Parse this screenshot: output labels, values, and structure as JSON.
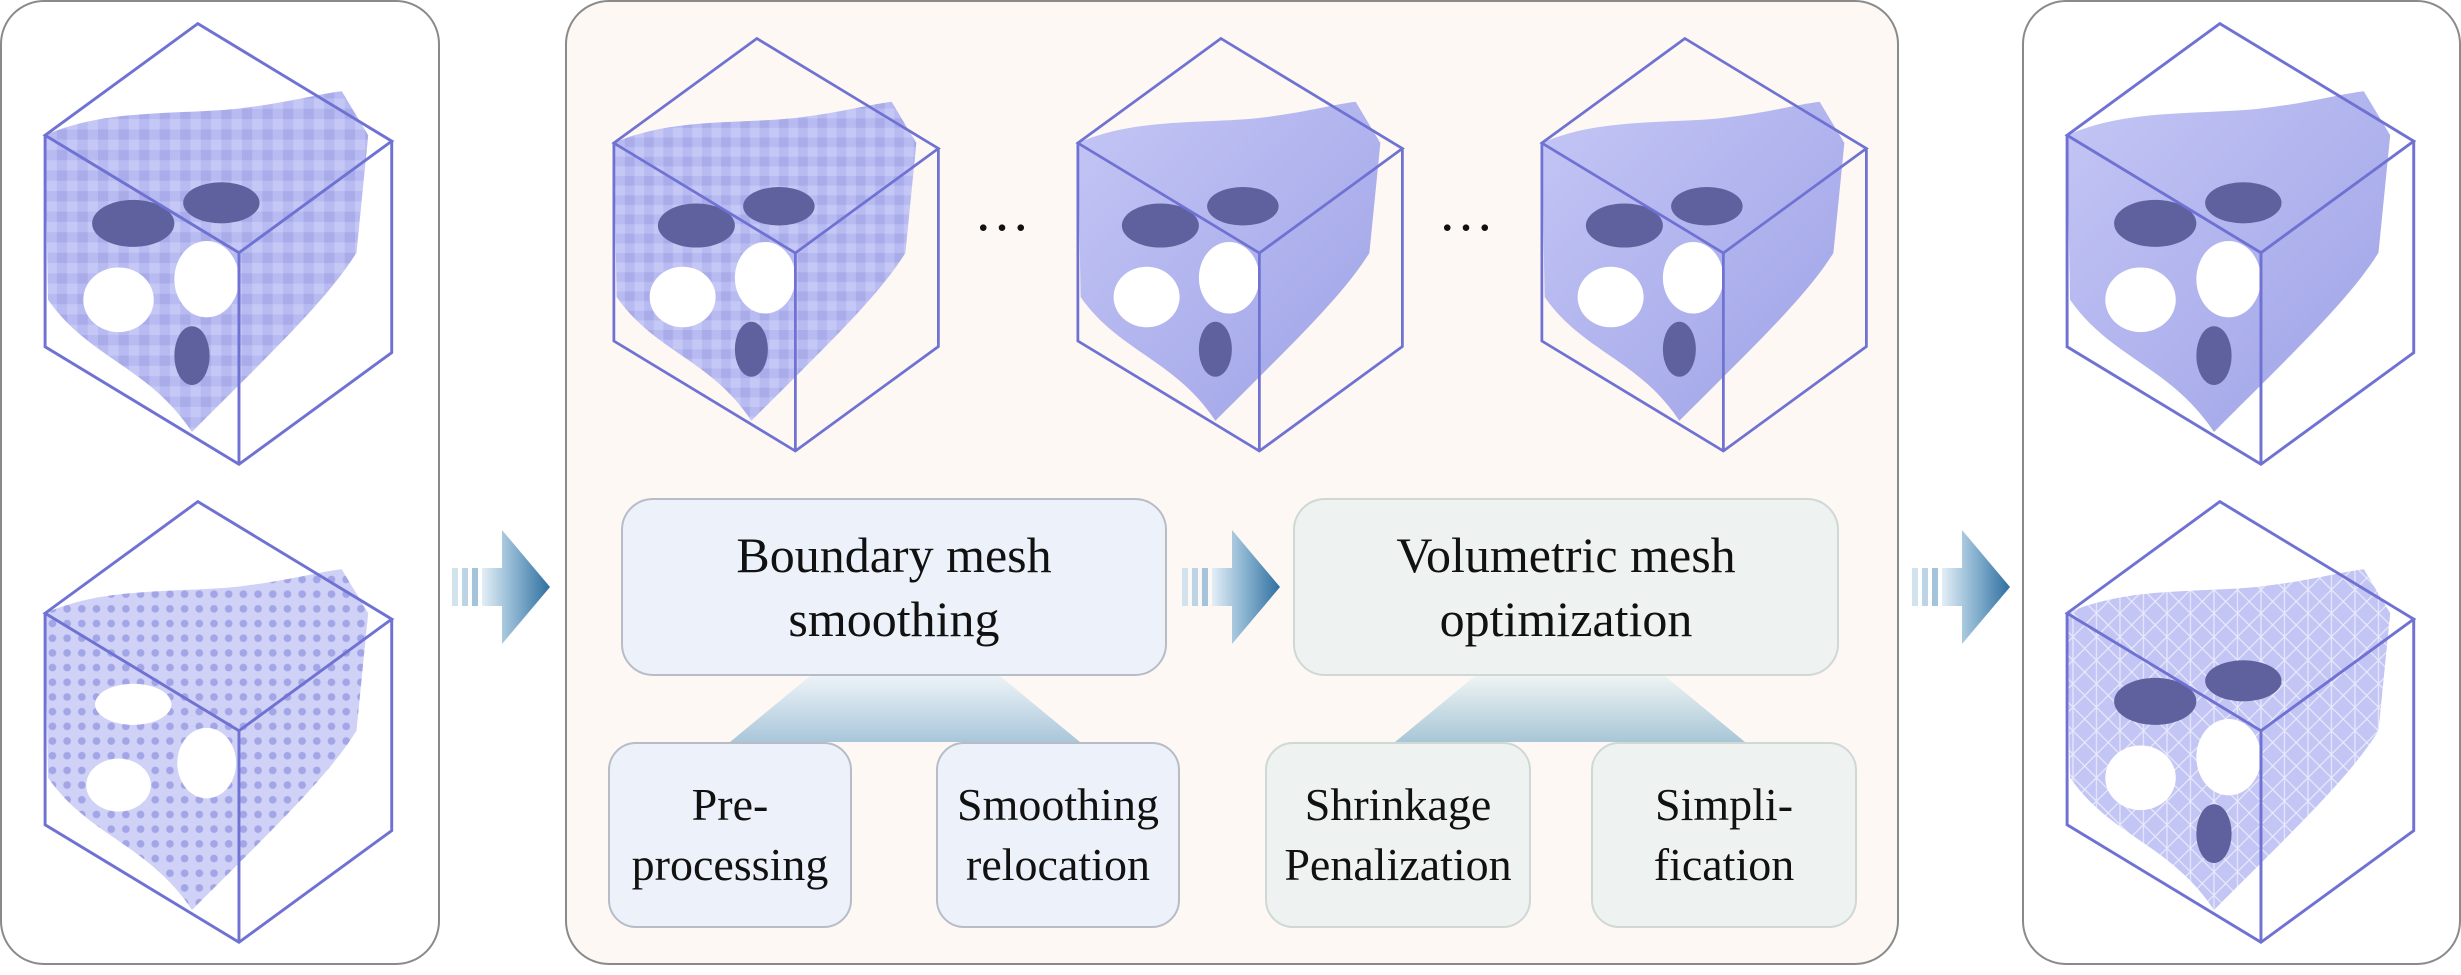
{
  "stages": {
    "boundary": {
      "title": "Boundary mesh\nsmoothing",
      "steps": [
        "Pre-\nprocessing",
        "Smoothing\nrelocation"
      ]
    },
    "volumetric": {
      "title": "Volumetric mesh\noptimization",
      "steps": [
        "Shrinkage\nPenalization",
        "Simpli-\nfication"
      ]
    }
  },
  "ellipsis": [
    "…",
    "…"
  ],
  "colors": {
    "cube_edge": "#6f72d2",
    "solid_fill": "#b9bcf2",
    "solid_shade": "#8f93dd",
    "hole": "#5e619e",
    "arrow_dark": "#2f6f9f",
    "arrow_light": "#c7dcea",
    "step_blue": "#edf2fa",
    "step_green": "#eef3f1"
  },
  "icons": [
    "flow-arrow-icon"
  ]
}
